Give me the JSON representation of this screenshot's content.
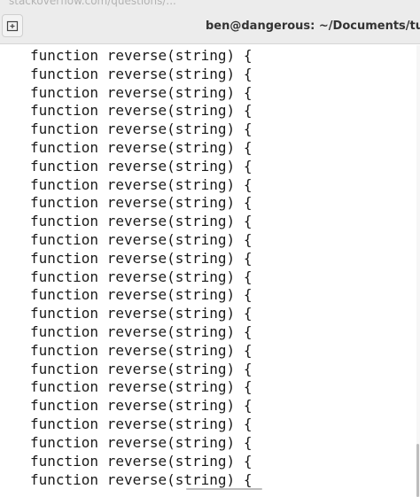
{
  "browser_behind": {
    "url_fragment": "stackoverflow.com/questions/..."
  },
  "window": {
    "title": "ben@dangerous: ~/Documents/tutor",
    "new_tab_icon": "new-tab-icon"
  },
  "terminal": {
    "lines": [
      "function reverse(string) {",
      "function reverse(string) {",
      "function reverse(string) {",
      "function reverse(string) {",
      "function reverse(string) {",
      "function reverse(string) {",
      "function reverse(string) {",
      "function reverse(string) {",
      "function reverse(string) {",
      "function reverse(string) {",
      "function reverse(string) {",
      "function reverse(string) {",
      "function reverse(string) {",
      "function reverse(string) {",
      "function reverse(string) {",
      "function reverse(string) {",
      "function reverse(string) {",
      "function reverse(string) {",
      "function reverse(string) {",
      "function reverse(string) {",
      "function reverse(string) {",
      "function reverse(string) {",
      "function reverse(string) {",
      "function reverse(string) {"
    ]
  },
  "colors": {
    "titlebar_bg": "#ececec",
    "terminal_bg": "#ffffff",
    "text": "#1a1a1a"
  }
}
